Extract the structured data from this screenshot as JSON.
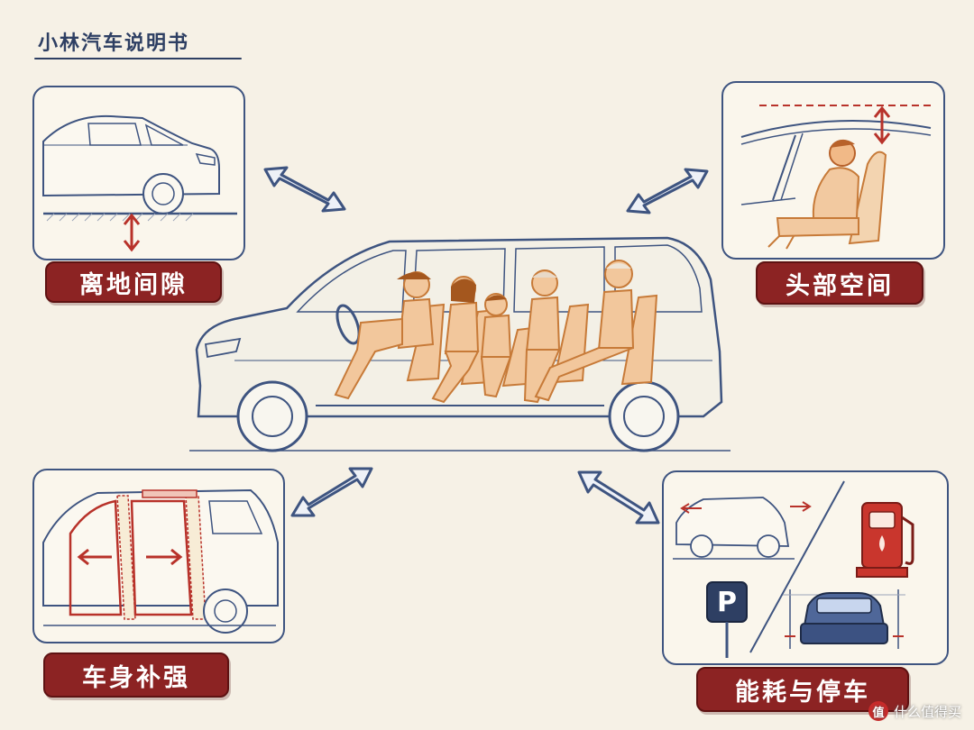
{
  "header": {
    "title": "小林汽车说明书"
  },
  "panels": {
    "ground_clearance": {
      "label": "离地间隙"
    },
    "head_room": {
      "label": "头部空间"
    },
    "body_reinforcement": {
      "label": "车身补强"
    },
    "energy_parking": {
      "label": "能耗与停车",
      "parking_sign": "P"
    }
  },
  "watermark": {
    "logo": "值",
    "text": "什么值得买"
  },
  "colors": {
    "background": "#f6f1e6",
    "outline_blue": "#3e5480",
    "badge_red": "#8c2323",
    "accent_red": "#b8322a",
    "passenger_orange": "#e69a55"
  }
}
